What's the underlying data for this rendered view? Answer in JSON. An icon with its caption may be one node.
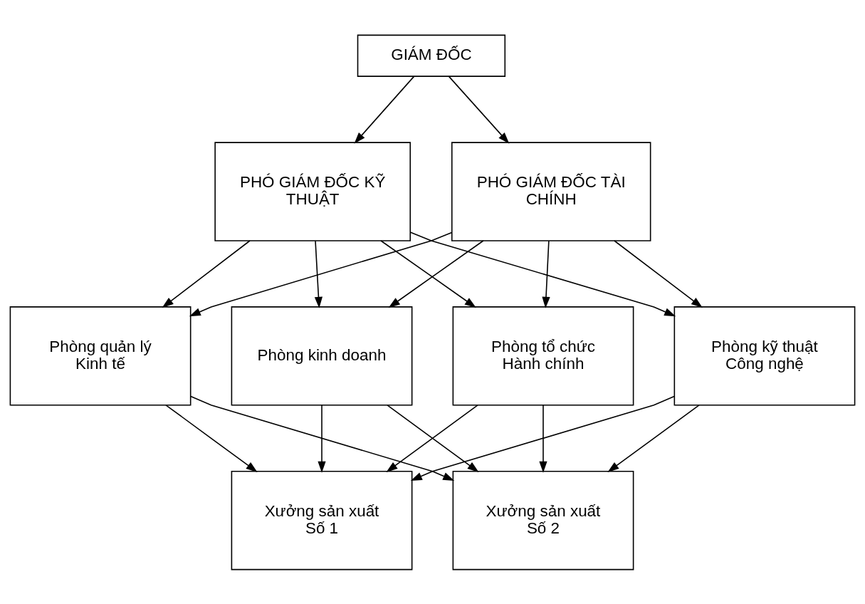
{
  "diagram": {
    "nodes": [
      {
        "text": [
          "GIÁM ĐỐC"
        ]
      },
      {
        "text": [
          "PHÓ GIÁM ĐỐC KỸ THUẬT"
        ]
      },
      {
        "text": [
          "PHÓ GIÁM ĐỐC TÀI CHÍNH"
        ]
      },
      {
        "text": [
          "Phòng tổ chức Hành chính"
        ]
      },
      {
        "text": [
          "Phòng kỹ thuật Công nghệ"
        ]
      },
      {
        "text": [
          "Phòng quản lý Kinh tế"
        ]
      },
      {
        "text": [
          "Phòng kinh doanh"
        ]
      },
      {
        "text": [
          "Xưởng sản xuất Số 1"
        ]
      },
      {
        "text": [
          "Xưởng sản xuất Số 2"
        ]
      }
    ],
    "edges": [
      {
        "from": 0,
        "to": 1,
        "arrow": "to"
      },
      {
        "from": 0,
        "to": 2,
        "arrow": "to"
      },
      {
        "from": 1,
        "to": 3,
        "arrow": "to"
      },
      {
        "from": 1,
        "to": 4,
        "arrow": "to"
      },
      {
        "from": 1,
        "to": 5,
        "arrow": "to"
      },
      {
        "from": 1,
        "to": 6,
        "arrow": "to"
      },
      {
        "from": 2,
        "to": 3,
        "arrow": "to"
      },
      {
        "from": 2,
        "to": 4,
        "arrow": "to"
      },
      {
        "from": 2,
        "to": 5,
        "arrow": "to"
      },
      {
        "from": 2,
        "to": 6,
        "arrow": "to"
      },
      {
        "from": 3,
        "to": 7,
        "arrow": "to"
      },
      {
        "from": 3,
        "to": 8,
        "arrow": "to"
      },
      {
        "from": 4,
        "to": 7,
        "arrow": "to"
      },
      {
        "from": 4,
        "to": 8,
        "arrow": "to"
      },
      {
        "from": 5,
        "to": 7,
        "arrow": "to"
      },
      {
        "from": 5,
        "to": 8,
        "arrow": "to"
      },
      {
        "from": 6,
        "to": 7,
        "arrow": "to"
      },
      {
        "from": 6,
        "to": 8,
        "arrow": "to"
      }
    ]
  }
}
